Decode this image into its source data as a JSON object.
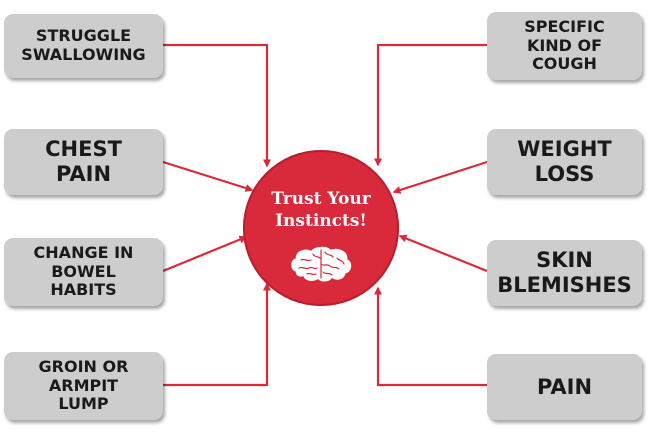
{
  "center": {
    "title": "Trust Your\nInstincts!"
  },
  "left_boxes": [
    {
      "label": "STRUGGLE\nSWALLOWING"
    },
    {
      "label": "CHEST\nPAIN"
    },
    {
      "label": "CHANGE IN\nBOWEL\nHABITS"
    },
    {
      "label": "GROIN OR\nARMPIT\nLUMP"
    }
  ],
  "right_boxes": [
    {
      "label": "SPECIFIC\nKIND OF\nCOUGH"
    },
    {
      "label": "WEIGHT\nLOSS"
    },
    {
      "label": "SKIN\nBLEMISHES"
    },
    {
      "label": "PAIN"
    }
  ],
  "colors": {
    "accent": "#d92a3b",
    "box": "#cdcdcd",
    "text": "#1a1a1a"
  }
}
